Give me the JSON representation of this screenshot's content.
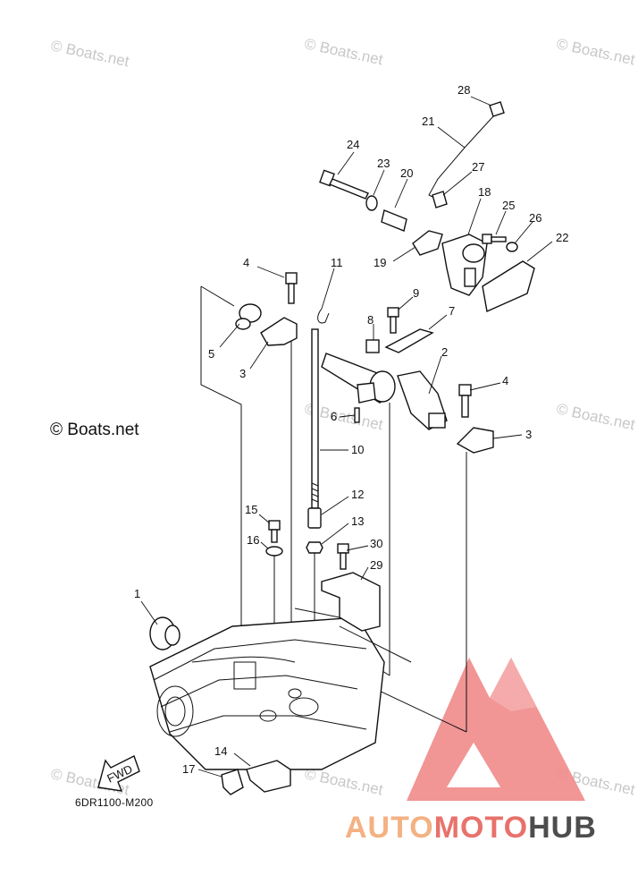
{
  "watermarks": [
    "© Boats.net",
    "© Boats.net",
    "© Boats.net",
    "© Boats.net",
    "© Boats.net",
    "© Boats.net",
    "© Boats.net",
    "© Boats.net"
  ],
  "copyright_label": "© Boats.net",
  "diagram_code": "6DR1100-M200",
  "fwd_label": "FWD",
  "logo": {
    "part1": "AUTO",
    "part2": "MOTO",
    "part3": "HUB",
    "color1": "#f4b183",
    "color2": "#e8726b",
    "color3": "#4d4d4d",
    "mark_color": "#f08a8a"
  },
  "callouts": [
    "28",
    "21",
    "24",
    "23",
    "20",
    "27",
    "18",
    "25",
    "26",
    "22",
    "19",
    "4",
    "11",
    "9",
    "8",
    "7",
    "5",
    "3",
    "2",
    "6",
    "4",
    "3",
    "10",
    "12",
    "15",
    "13",
    "16",
    "30",
    "29",
    "1",
    "14",
    "17"
  ]
}
